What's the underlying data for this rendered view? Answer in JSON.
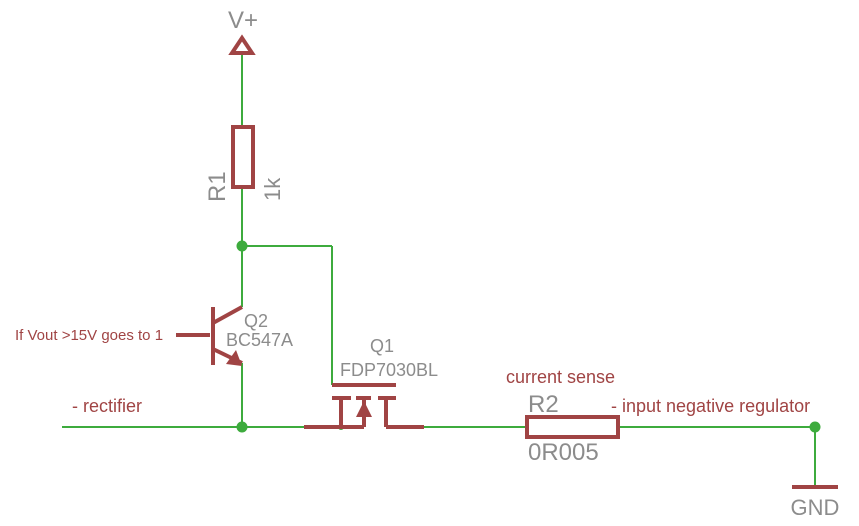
{
  "supply": {
    "label": "V+"
  },
  "ground": {
    "label": "GND"
  },
  "r1": {
    "name": "R1",
    "value": "1k"
  },
  "q2": {
    "name": "Q2",
    "value": "BC547A",
    "note": "If Vout >15V goes to 1"
  },
  "q1": {
    "name": "Q1",
    "value": "FDP7030BL"
  },
  "r2": {
    "name": "R2",
    "value": "0R005",
    "note": "current sense"
  },
  "nets": {
    "left": "- rectifier",
    "right": "- input negative regulator"
  },
  "colors": {
    "wire": "#3dab3d",
    "part": "#a04444",
    "label": "#8c8c8c"
  }
}
